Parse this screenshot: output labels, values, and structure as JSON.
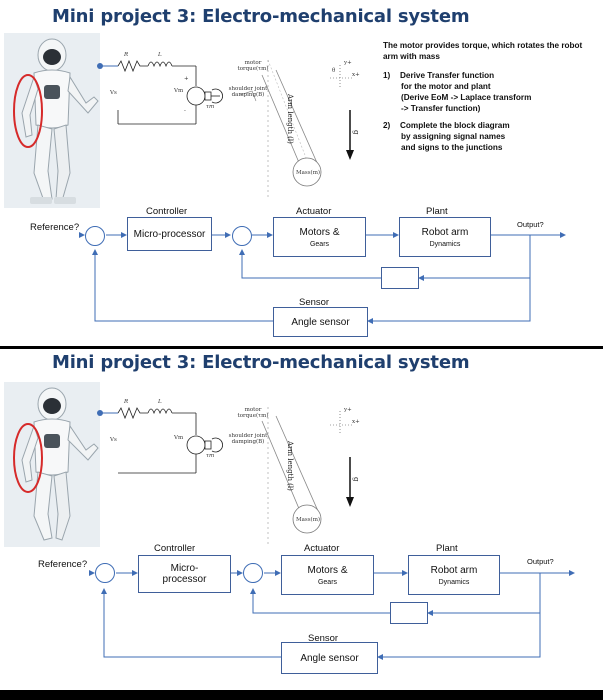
{
  "slides": [
    {
      "title": "Mini project 3: Electro-mechanical system",
      "notes": {
        "intro": "The motor provides torque, which rotates the robot arm with mass",
        "item1_num": "1)",
        "item1_line1": "Derive Transfer function",
        "item1_line2": "for the motor and plant",
        "item1_line3": "(Derive EoM -> Laplace transform",
        "item1_line4": "-> Transfer function)",
        "item2_num": "2)",
        "item2_line1": "Complete the block diagram",
        "item2_line2": "by assigning signal names",
        "item2_line3": "and signs to the junctions"
      }
    },
    {
      "title": "Mini project 3: Electro-mechanical system"
    }
  ],
  "circuit": {
    "R": "R",
    "L": "L",
    "Vs": "Vs",
    "Vm": "Vm",
    "Tm": "τm",
    "plus": "+",
    "minus": "-",
    "motor_torque": "motor torque(τm)",
    "shoulder_damping": "shoulder joint damping(B)",
    "arm_length": "Arm length (l)",
    "mass": "Mass(m)",
    "g": "g",
    "theta": "θ",
    "y_axis": "y+",
    "x_axis": "x+"
  },
  "block_diagram": {
    "reference": "Reference?",
    "output": "Output?",
    "controller_title": "Controller",
    "controller_box_top": "Micro-processor",
    "controller_box_bottom_line1": "Micro-",
    "controller_box_bottom_line2": "processor",
    "actuator_title": "Actuator",
    "actuator_main": "Motors &",
    "actuator_sub": "Gears",
    "plant_title": "Plant",
    "plant_main": "Robot arm",
    "plant_sub": "Dynamics",
    "sensor_title": "Sensor",
    "sensor_box": "Angle sensor"
  },
  "colors": {
    "title": "#1f3f6e",
    "diagram_line": "#3f6db5",
    "robot_highlight": "#d62a2a"
  }
}
